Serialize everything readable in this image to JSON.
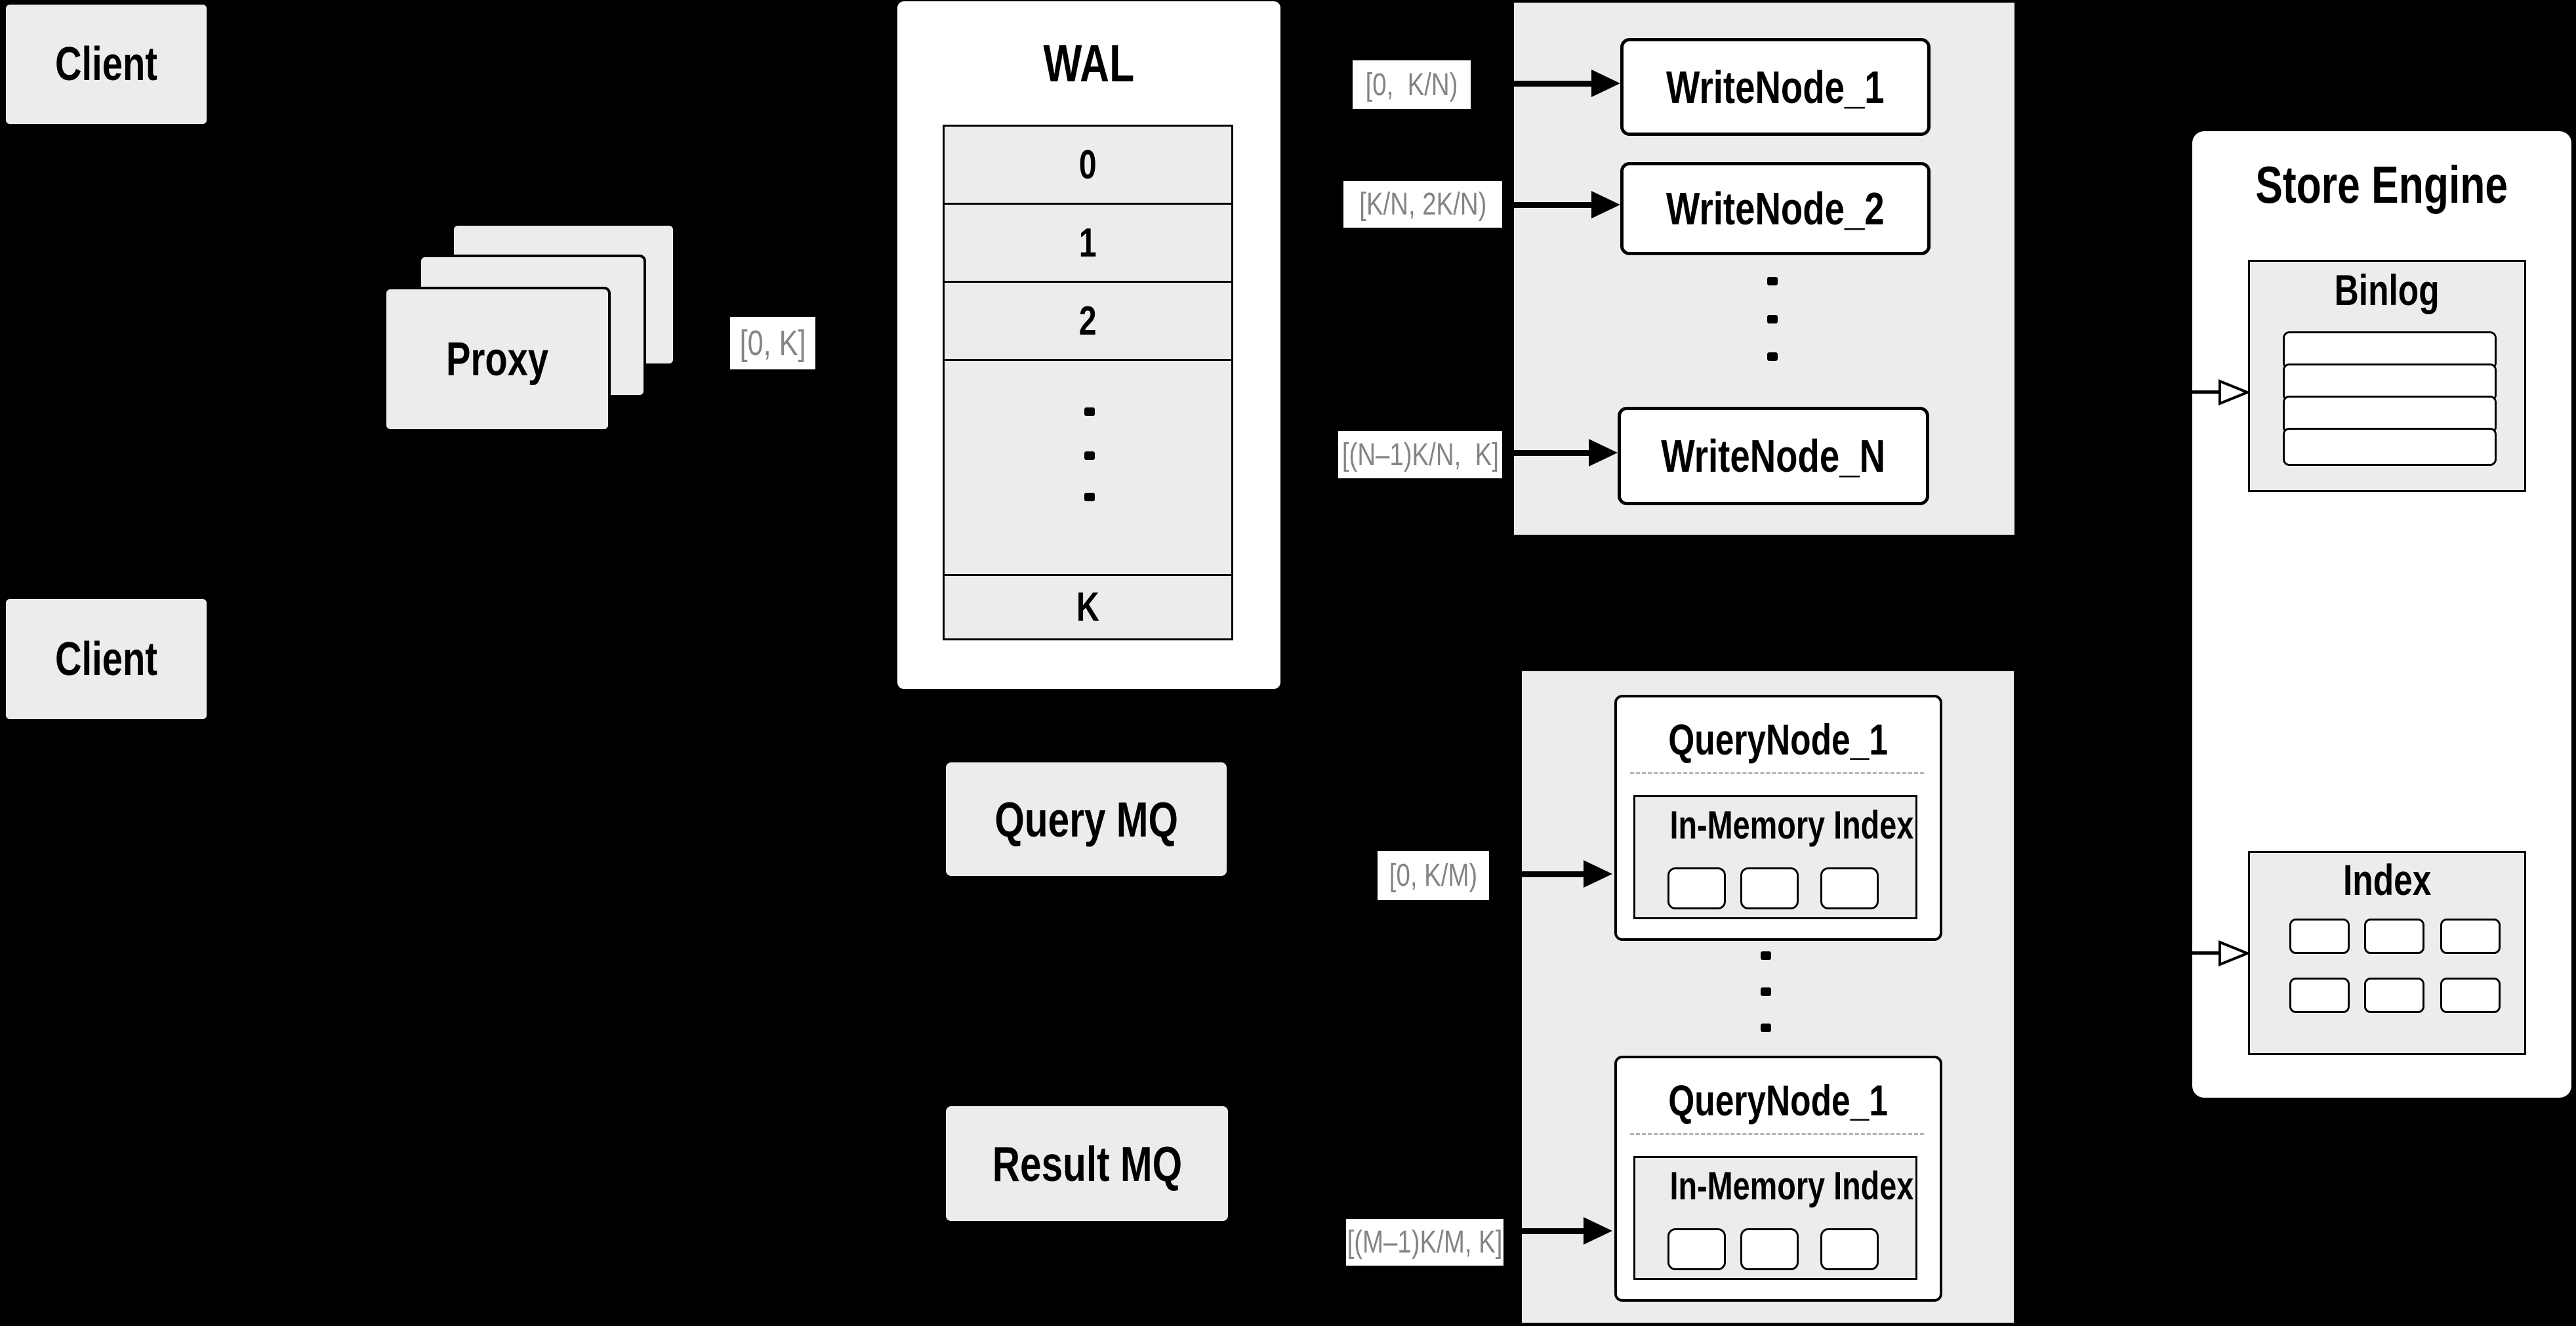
{
  "canvas": {
    "background": "#000000",
    "panel_gray": "#ececec",
    "box_white": "#ffffff",
    "line_black": "#000000",
    "label_gray_text": "#848484"
  },
  "clients": {
    "top_label": "Client",
    "bottom_label": "Client"
  },
  "proxy": {
    "label": "Proxy"
  },
  "proxy_range_label": "[0, K]",
  "wal": {
    "title": "WAL",
    "rows": [
      "0",
      "1",
      "2"
    ],
    "last_row": "K"
  },
  "write_section": {
    "labels": {
      "node1": "[0,  K/N)",
      "node2": "[K/N, 2K/N)",
      "nodeN": "[(N–1)K/N,  K]"
    },
    "nodes": {
      "node1": "WriteNode_1",
      "node2": "WriteNode_2",
      "nodeN": "WriteNode_N"
    }
  },
  "mq": {
    "query_label": "Query MQ",
    "result_label": "Result MQ"
  },
  "query_section": {
    "labels": {
      "first": "[0, K/M)",
      "last": "[(M–1)K/M, K]"
    },
    "node1": {
      "title": "QueryNode_1",
      "inmem": "In-Memory Index"
    },
    "node2": {
      "title": "QueryNode_1",
      "inmem": "In-Memory Index"
    }
  },
  "store_engine": {
    "title": "Store Engine",
    "binlog": "Binlog",
    "index": "Index"
  }
}
